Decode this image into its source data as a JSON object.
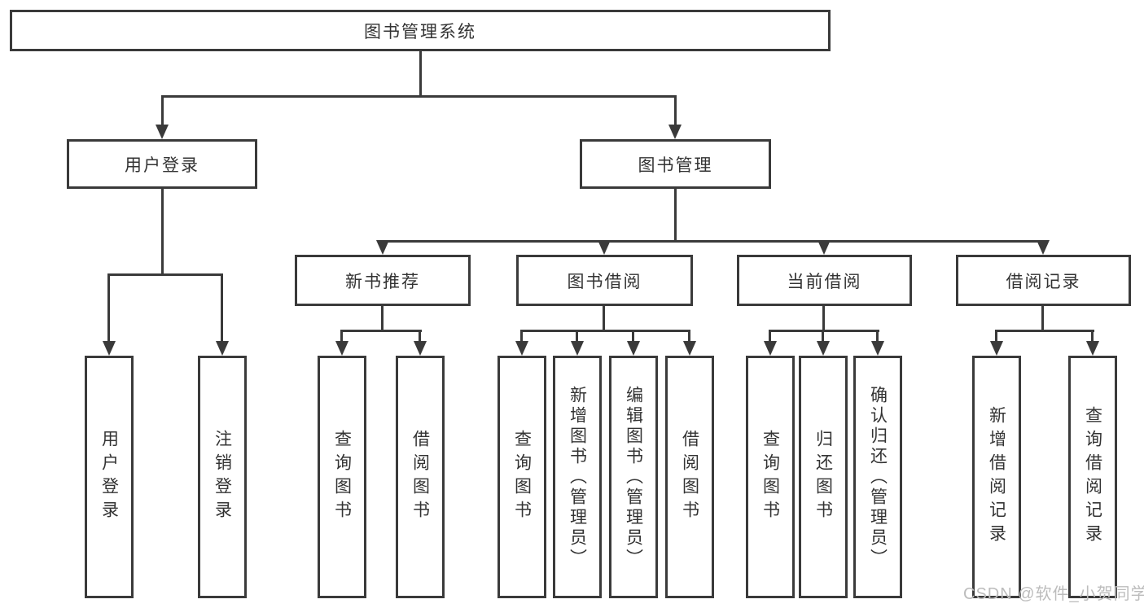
{
  "diagram": {
    "title": "图书管理系统",
    "root_label": "图书管理系统",
    "level1": {
      "user_login": "用户登录",
      "book_mgmt": "图书管理"
    },
    "level2": {
      "new_books": "新书推荐",
      "book_borrow": "图书借阅",
      "current_borrow": "当前借阅",
      "borrow_records": "借阅记录"
    },
    "leaves": {
      "login": [
        "用户登录",
        "注销登录"
      ],
      "new_books": [
        "查询图书",
        "借阅图书"
      ],
      "book_borrow": [
        "查询图书",
        "新增图书（管理员）",
        "编辑图书（管理员）",
        "借阅图书"
      ],
      "current_borrow": [
        "查询图书",
        "归还图书",
        "确认归还（管理员）"
      ],
      "borrow_records": [
        "新增借阅记录",
        "查询借阅记录"
      ]
    }
  },
  "watermark": {
    "text": "CSDN @软件_小贺同学"
  },
  "colors": {
    "line": "#3a3a3a",
    "text": "#333333",
    "background": "#ffffff",
    "watermark": "#bcbcbc"
  }
}
